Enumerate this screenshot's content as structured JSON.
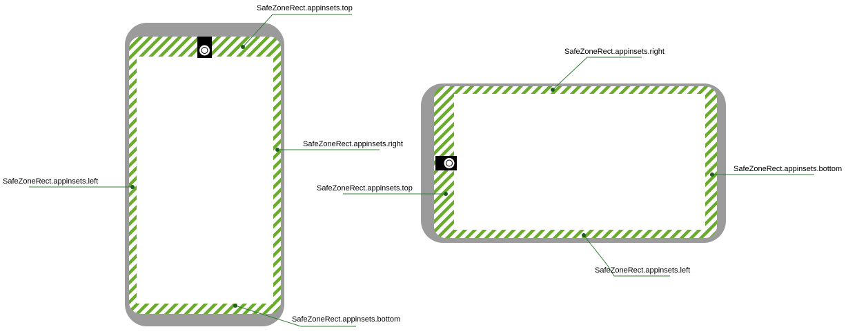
{
  "colors": {
    "frame": "#9b9b9b",
    "screen": "#ffffff",
    "hatch": "#6aab2b",
    "leader": "#2e7d32",
    "dot": "#1b5e20",
    "notch": "#000000"
  },
  "portrait": {
    "labels": {
      "top": "SafeZoneRect.appinsets.top",
      "right": "SafeZoneRect.appinsets.right",
      "left": "SafeZoneRect.appinsets.left",
      "bottom": "SafeZoneRect.appinsets.bottom"
    }
  },
  "landscape": {
    "labels": {
      "top": "SafeZoneRect.appinsets.right",
      "right": "SafeZoneRect.appinsets.bottom",
      "left": "SafeZoneRect.appinsets.top",
      "bottom": "SafeZoneRect.appinsets.left"
    }
  }
}
